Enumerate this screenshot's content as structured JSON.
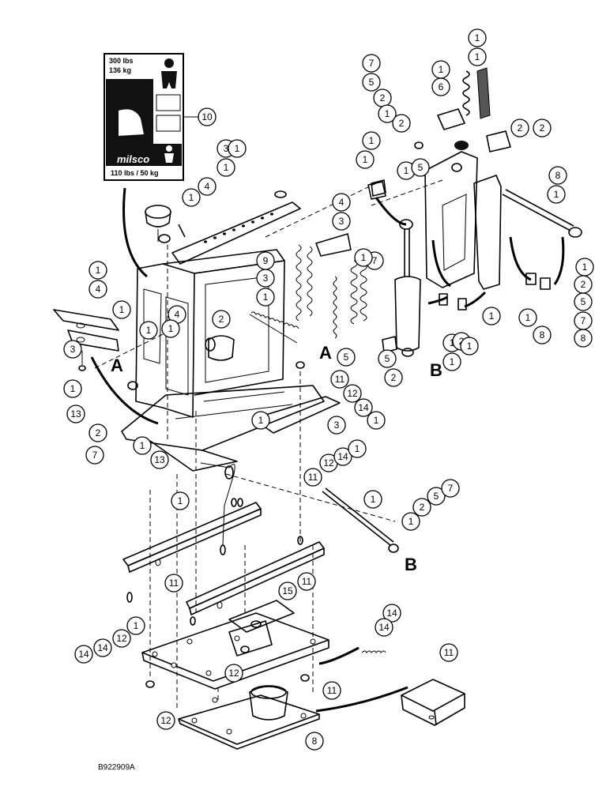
{
  "decal": {
    "max_lbs": "300 lbs",
    "max_kg": "136 kg",
    "brand": "milsco",
    "min_weight": "110 lbs / 50 kg"
  },
  "ref_letters": {
    "a": "A",
    "b": "B"
  },
  "drawing_number": "B922909A",
  "callouts": [
    "10",
    "4",
    "1",
    "3",
    "1",
    "1",
    "4",
    "1",
    "9",
    "3",
    "1",
    "7",
    "1",
    "4",
    "3",
    "1",
    "4",
    "1",
    "2",
    "3",
    "1",
    "1",
    "5",
    "2",
    "7",
    "13",
    "1",
    "11",
    "12",
    "14",
    "1",
    "3",
    "1",
    "13",
    "1",
    "11",
    "12",
    "14",
    "1",
    "1",
    "2",
    "5",
    "7",
    "1",
    "11",
    "11",
    "1",
    "12",
    "14",
    "14",
    "15",
    "14",
    "14",
    "12",
    "11",
    "11",
    "12",
    "8",
    "7",
    "5",
    "2",
    "1",
    "2",
    "1",
    "6",
    "1",
    "1",
    "2",
    "2",
    "1",
    "5",
    "1",
    "1",
    "5",
    "2",
    "1",
    "1",
    "8",
    "1",
    "1",
    "2",
    "5",
    "7",
    "8",
    "8",
    "1",
    "1",
    "2",
    "1"
  ]
}
